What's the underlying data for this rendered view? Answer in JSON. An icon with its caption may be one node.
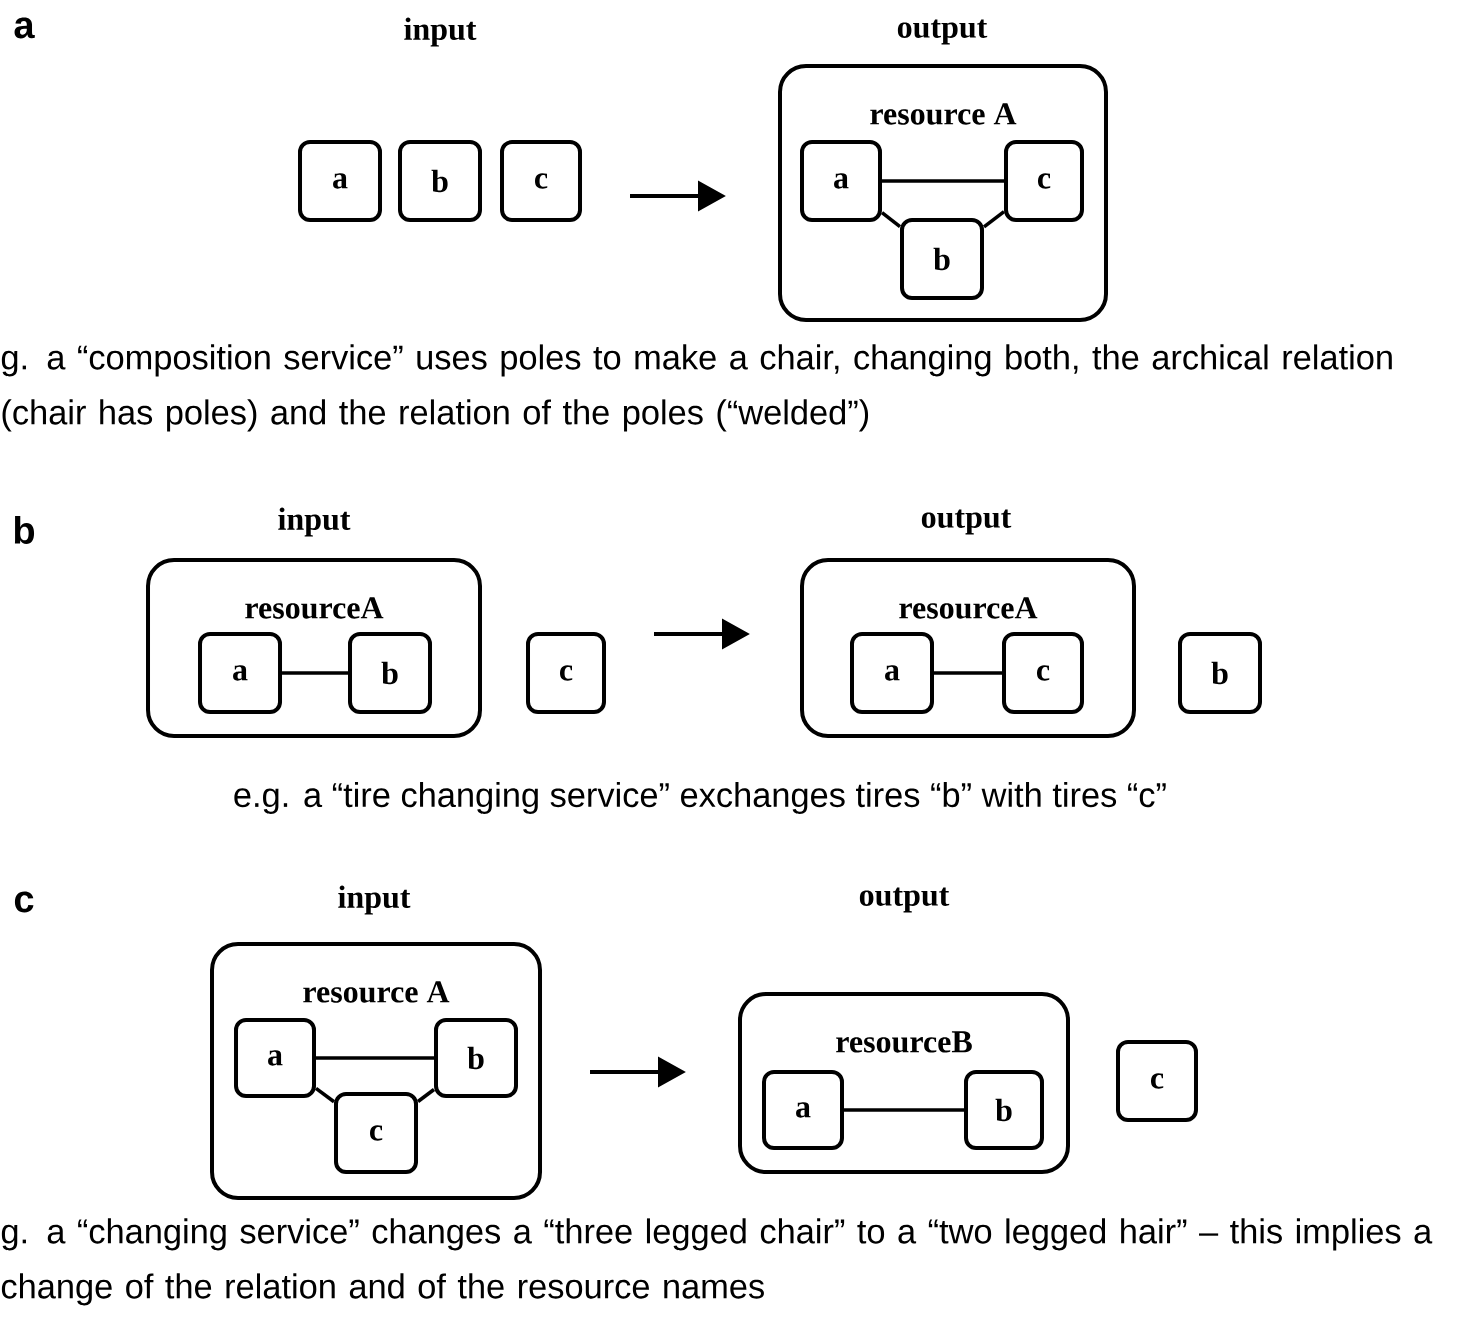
{
  "diagram": {
    "nodes": [
      {
        "text": [
          "a"
        ]
      },
      {
        "text": [
          "b"
        ]
      },
      {
        "text": [
          "c"
        ]
      },
      {
        "text": [
          "resource A"
        ]
      },
      {
        "text": [
          "a"
        ],
        "in": 3
      },
      {
        "text": [
          "c"
        ],
        "in": 3
      },
      {
        "text": [
          "b"
        ],
        "in": 3
      },
      {
        "text": [
          "resourceA"
        ]
      },
      {
        "text": [
          "a"
        ],
        "in": 7
      },
      {
        "text": [
          "b"
        ],
        "in": 7
      },
      {
        "text": [
          "c"
        ]
      },
      {
        "text": [
          "resourceA"
        ]
      },
      {
        "text": [
          "a"
        ],
        "in": 11
      },
      {
        "text": [
          "c"
        ],
        "in": 11
      },
      {
        "text": [
          "b"
        ]
      },
      {
        "text": [
          "resource A"
        ]
      },
      {
        "text": [
          "a"
        ],
        "in": 15
      },
      {
        "text": [
          "b"
        ],
        "in": 15
      },
      {
        "text": [
          "c"
        ],
        "in": 15
      },
      {
        "text": [
          "resourceB"
        ]
      },
      {
        "text": [
          "a"
        ],
        "in": 19
      },
      {
        "text": [
          "b"
        ],
        "in": 19
      },
      {
        "text": [
          "c"
        ]
      }
    ],
    "edges": [
      {
        "from": 2,
        "to": 3,
        "arrow": "to"
      },
      {
        "from": 4,
        "to": 5,
        "arrow": "none"
      },
      {
        "from": 4,
        "to": 6,
        "arrow": "none"
      },
      {
        "from": 6,
        "to": 5,
        "arrow": "none"
      },
      {
        "from": 8,
        "to": 9,
        "arrow": "none"
      },
      {
        "from": 10,
        "to": 11,
        "arrow": "to"
      },
      {
        "from": 12,
        "to": 13,
        "arrow": "none"
      },
      {
        "from": 16,
        "to": 17,
        "arrow": "none"
      },
      {
        "from": 16,
        "to": 18,
        "arrow": "none"
      },
      {
        "from": 18,
        "to": 17,
        "arrow": "none"
      },
      {
        "from": 15,
        "to": 19,
        "arrow": "to"
      },
      {
        "from": 20,
        "to": 21,
        "arrow": "none"
      }
    ],
    "labels": [
      "a",
      "input",
      "output",
      "g. a “composition service” uses poles to make a chair, changing both, the archical relation (chair has poles) and the relation of the poles (“welded”)",
      "b",
      "input",
      "output",
      "e.g. a “tire changing service” exchanges tires “b” with tires “c”",
      "c",
      "input",
      "output",
      "g. a “changing service” changes a “three legged chair” to a “two legged hair” – this implies a change of the relation and of the resource names"
    ]
  }
}
